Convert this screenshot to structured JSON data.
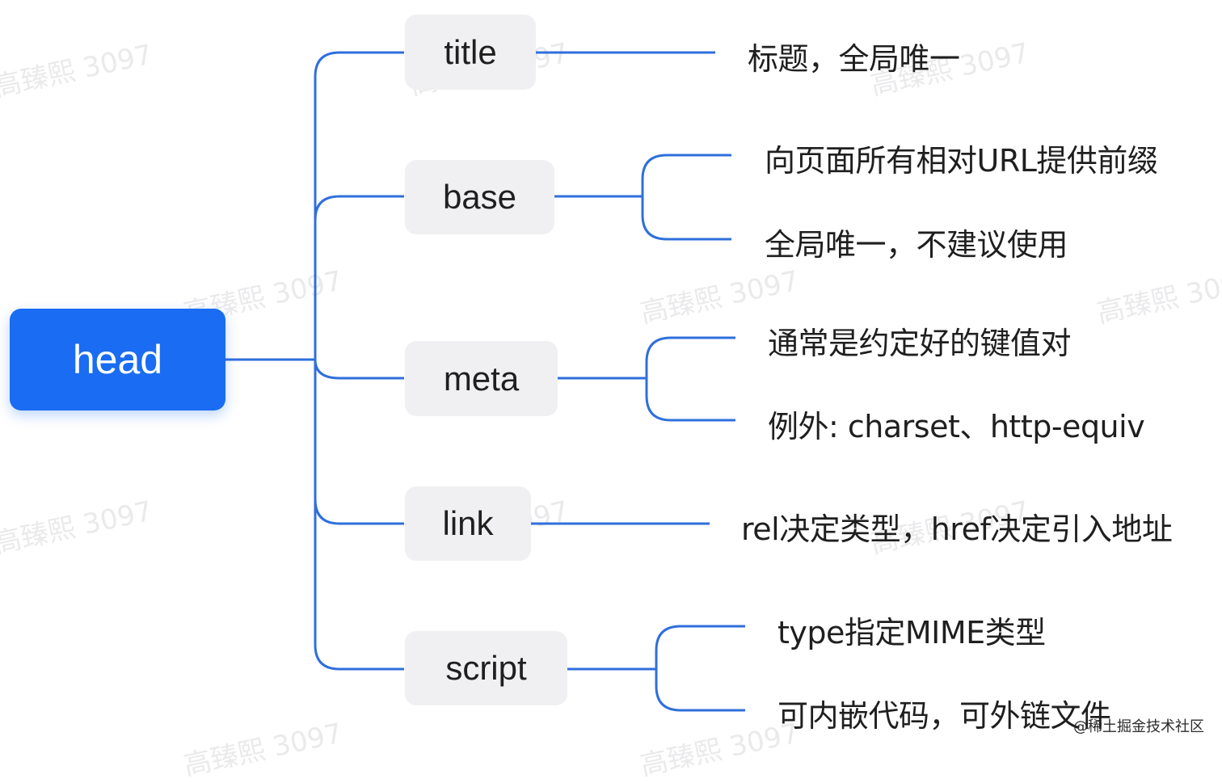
{
  "root": {
    "label": "head",
    "color": "#1a6cf2"
  },
  "edge_color": "#2f6fdc",
  "children": [
    {
      "label": "title",
      "notes": [
        "标题，全局唯一"
      ]
    },
    {
      "label": "base",
      "notes": [
        "向页面所有相对URL提供前缀",
        "全局唯一，不建议使用"
      ]
    },
    {
      "label": "meta",
      "notes": [
        "通常是约定好的键值对",
        "例外: charset、http-equiv"
      ]
    },
    {
      "label": "link",
      "notes": [
        "rel决定类型，href决定引入地址"
      ]
    },
    {
      "label": "script",
      "notes": [
        "type指定MIME类型",
        "可内嵌代码，可外链文件"
      ]
    }
  ],
  "watermark": "高臻熙 3097",
  "site_mark": "@稀土掘金技术社区"
}
